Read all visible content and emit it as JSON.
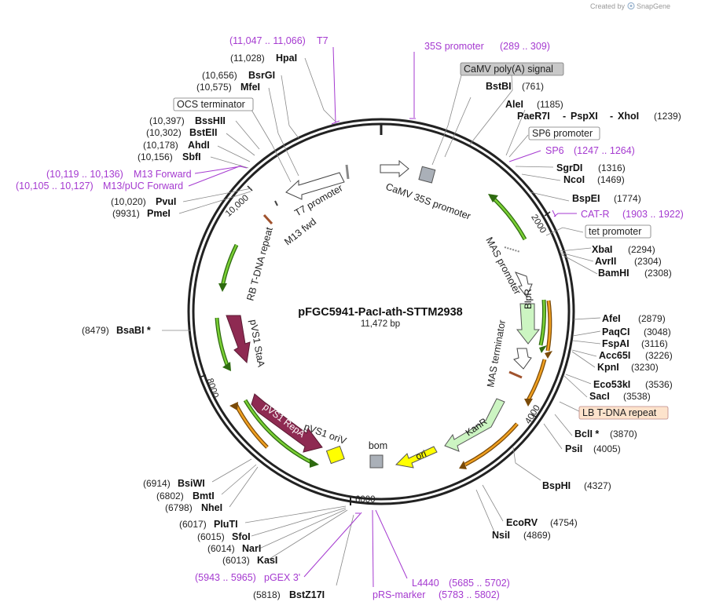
{
  "credit": {
    "prefix": "Created by",
    "brand": "SnapGene"
  },
  "plasmid": {
    "name": "pFGC5941-PacI-ath-STTM2938",
    "size": "11,472 bp"
  },
  "ticks": [
    {
      "text": "2000"
    },
    {
      "text": "4000"
    },
    {
      "text": "6000"
    },
    {
      "text": "8000"
    },
    {
      "text": "10,000"
    }
  ],
  "sites_right": [
    {
      "name": "BstBI",
      "pos": "(761)"
    },
    {
      "name": "AleI",
      "pos": "(1185)"
    },
    {
      "name": "PaeR7I",
      "pos": ""
    },
    {
      "name": "PspXI",
      "pos": ""
    },
    {
      "name": "XhoI",
      "pos": "(1239)"
    },
    {
      "name": "SgrDI",
      "pos": "(1316)"
    },
    {
      "name": "NcoI",
      "pos": "(1469)"
    },
    {
      "name": "BspEI",
      "pos": "(1774)"
    },
    {
      "name": "XbaI",
      "pos": "(2294)"
    },
    {
      "name": "AvrII",
      "pos": "(2304)"
    },
    {
      "name": "BamHI",
      "pos": "(2308)"
    },
    {
      "name": "AfeI",
      "pos": "(2879)"
    },
    {
      "name": "PaqCI",
      "pos": "(3048)"
    },
    {
      "name": "FspAI",
      "pos": "(3116)"
    },
    {
      "name": "Acc65I",
      "pos": "(3226)"
    },
    {
      "name": "KpnI",
      "pos": "(3230)"
    },
    {
      "name": "Eco53kI",
      "pos": "(3536)"
    },
    {
      "name": "SacI",
      "pos": "(3538)"
    },
    {
      "name": "BclI *",
      "pos": "(3870)"
    },
    {
      "name": "PsiI",
      "pos": "(4005)"
    },
    {
      "name": "BspHI",
      "pos": "(4327)"
    },
    {
      "name": "EcoRV",
      "pos": "(4754)"
    },
    {
      "name": "NsiI",
      "pos": "(4869)"
    },
    {
      "name": "BstZ17I",
      "pos": "(5818)"
    }
  ],
  "sites_left": [
    {
      "name": "HpaI",
      "pos": "(11,028)"
    },
    {
      "name": "BsrGI",
      "pos": "(10,656)"
    },
    {
      "name": "MfeI",
      "pos": "(10,575)"
    },
    {
      "name": "BssHII",
      "pos": "(10,397)"
    },
    {
      "name": "BstEII",
      "pos": "(10,302)"
    },
    {
      "name": "AhdI",
      "pos": "(10,178)"
    },
    {
      "name": "SbfI",
      "pos": "(10,156)"
    },
    {
      "name": "PvuI",
      "pos": "(10,020)"
    },
    {
      "name": "PmeI",
      "pos": "(9931)"
    },
    {
      "name": "BsaBI *",
      "pos": "(8479)"
    },
    {
      "name": "BsiWI",
      "pos": "(6914)"
    },
    {
      "name": "BmtI",
      "pos": "(6802)"
    },
    {
      "name": "NheI",
      "pos": "(6798)"
    },
    {
      "name": "PluTI",
      "pos": "(6017)"
    },
    {
      "name": "SfoI",
      "pos": "(6015)"
    },
    {
      "name": "NarI",
      "pos": "(6014)"
    },
    {
      "name": "KasI",
      "pos": "(6013)"
    }
  ],
  "primers": [
    {
      "name": "T7",
      "range": "(11,047 .. 11,066)"
    },
    {
      "name": "35S promoter",
      "range": "(289 .. 309)"
    },
    {
      "name": "SP6",
      "range": "(1247 .. 1264)"
    },
    {
      "name": "CAT-R",
      "range": "(1903 .. 1922)"
    },
    {
      "name": "M13 Forward",
      "range": "(10,119 .. 10,136)"
    },
    {
      "name": "M13/pUC Forward",
      "range": "(10,105 .. 10,127)"
    },
    {
      "name": "pGEX 3'",
      "range": "(5943 .. 5965)"
    },
    {
      "name": "L4440",
      "range": "(5685 .. 5702)"
    },
    {
      "name": "pRS-marker",
      "range": "(5783 .. 5802)"
    }
  ],
  "boxed_labels": [
    {
      "text": "CaMV poly(A) signal",
      "fill": "#c8c8c8"
    },
    {
      "text": "OCS terminator",
      "fill": "#ffffff"
    },
    {
      "text": "SP6 promoter",
      "fill": "#ffffff"
    },
    {
      "text": "tet promoter",
      "fill": "#ffffff"
    },
    {
      "text": "LB T-DNA repeat",
      "fill": "#fde3cc"
    }
  ],
  "inner_labels": [
    {
      "text": "CaMV 35S promoter"
    },
    {
      "text": "T7 promoter"
    },
    {
      "text": "M13 fwd"
    },
    {
      "text": "RB T-DNA repeat"
    },
    {
      "text": "MAS promoter"
    },
    {
      "text": "MAS terminator"
    },
    {
      "text": "pVS1 StaA"
    },
    {
      "text": "pVS1 oriV"
    },
    {
      "text": "bom"
    },
    {
      "text": "BlpR"
    },
    {
      "text": "KanR"
    },
    {
      "text": "ori"
    },
    {
      "text": "pVS1 RepA"
    }
  ],
  "colors": {
    "backbone": "#222222",
    "primer": "#a53ad0",
    "green_arrow": "#5aaa1e",
    "orange_arrow": "#c98a1c",
    "maroon": "#8e2a52",
    "light_green": "#ccf5c2",
    "yellow": "#ffff00",
    "box_gray": "#aab0b8"
  }
}
